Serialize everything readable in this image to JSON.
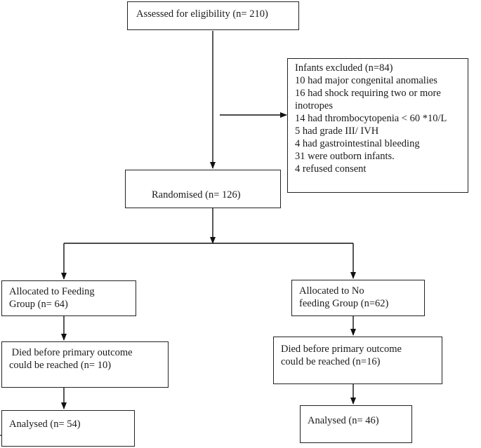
{
  "flowchart": {
    "assessed": "Assessed for eligibility (n= 210)",
    "excluded": {
      "title": "Infants  excluded (n=84)",
      "lines": [
        "10 had major congenital anomalies",
        "16 had shock requiring two or more",
        "inotropes",
        "14 had thrombocytopenia < 60 *10/L",
        "5 had grade III/ IVH",
        "4 had gastrointestinal bleeding",
        "31 were outborn infants.",
        "4 refused consent"
      ]
    },
    "randomised": "Randomised (n= 126)",
    "feeding": {
      "allocated": [
        "Allocated to Feeding",
        "Group (n= 64)"
      ],
      "died": [
        " Died before primary outcome",
        "could be reached (n= 10)"
      ],
      "analysed": "Analysed  (n= 54)"
    },
    "no_feeding": {
      "allocated": [
        "Allocated to No",
        "feeding Group (n=62)"
      ],
      "died": [
        "Died before primary outcome",
        "could be reached (n=16)"
      ],
      "analysed": "Analysed (n= 46)"
    }
  }
}
